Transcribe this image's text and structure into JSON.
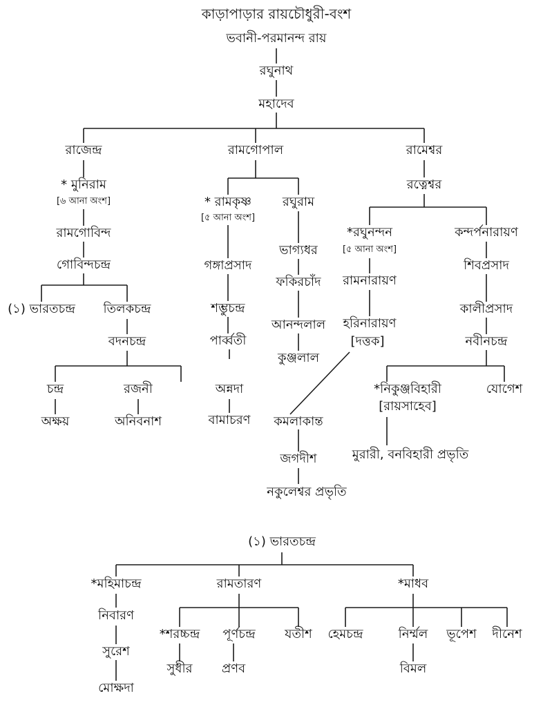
{
  "title": "কাড়াপাড়ার রায়চৌধুরী-বংশ",
  "nodes": {
    "bhabani": "ভবানী-পরমানন্দ রায়",
    "raghunath": "রঘুনাথ",
    "mahadeb": "মহাদেব",
    "rajendra": "রাজেন্দ্র",
    "ramgopal": "রামগোপাল",
    "rameswar": "রামেশ্বর",
    "muniram": "* মুনিরাম",
    "muniram_share": "[৬ আনা অংশ]",
    "ramgobinda": "রামগোবিন্দ",
    "gobindachandra": "গোবিন্দচন্দ্র",
    "bharatchandra_ref": "(১) ভারতচন্দ্র",
    "tilakchandra": "তিলকচন্দ্র",
    "badanchandra": "বদনচন্দ্র",
    "chandra": "চন্দ্র",
    "rajani": "রজনী",
    "akshay": "অক্ষয়",
    "abinash": "অনিবনাশ",
    "ramkrishna": "* রামকৃষ্ণ",
    "ramkrishna_share": "[৫ আনা অংশ]",
    "raghuram": "রঘুরাম",
    "gangaprasad": "গঙ্গাপ্রসাদ",
    "shambhuchandra": "শম্ভুচন্দ্র",
    "parbati": "পার্ব্বতী",
    "annada": "অন্নদা",
    "bamacharan": "বামাচরণ",
    "bhagyadhar": "ভাগ্যধর",
    "fakirchand": "ফকিরচাঁদ",
    "anandalal": "আনন্দলাল",
    "kunjalal": "কুঞ্জলাল",
    "ratneswar": "রত্নেশ্বর",
    "raghunandan": "*রঘুনন্দন",
    "raghunandan_share": "[৫ আনা অংশ]",
    "kandarpanarayan": "কন্দর্পনারায়ণ",
    "ramnarayan": "রামনারায়ণ",
    "harinarayan": "হরিনারায়ণ",
    "dattak": "[দত্তক]",
    "shibprasad": "শিবপ্রসাদ",
    "kaliprasad": "কালীপ্রসাদ",
    "nabinchandra": "নবীনচন্দ্র",
    "kamalakanta": "কমলাকান্ত",
    "jagadish": "জগদীশ",
    "nakuleswar": "নকুলেশ্বর প্রভৃতি",
    "nikunjabihari": "*নিকুঞ্জবিহারী",
    "raysaheb": "[রায়সাহেব]",
    "jogesh": "যোগেশ",
    "murari": "মুরারী, বনবিহারী প্রভৃতি",
    "bharatchandra_head": "(১) ভারতচন্দ্র",
    "mahimachandra": "*মহিমাচন্দ্র",
    "ramtaran": "রামতারণ",
    "madhab": "*মাধব",
    "nibaran": "নিবারণ",
    "suresh": "সুরেশ",
    "mokshada": "মোক্ষদা",
    "sharatchandra": "*শরচ্চন্দ্র",
    "purnachandra": "পূর্ণচন্দ্র",
    "jatish": "যতীশ",
    "sudhir": "সুধীর",
    "pranab": "প্রণব",
    "hemchandra": "হেমচন্দ্র",
    "nirmal": "নির্ম্মল",
    "bhupesh": "ভূপেশ",
    "dinesh": "দীনেশ",
    "bimal": "বিমল"
  }
}
